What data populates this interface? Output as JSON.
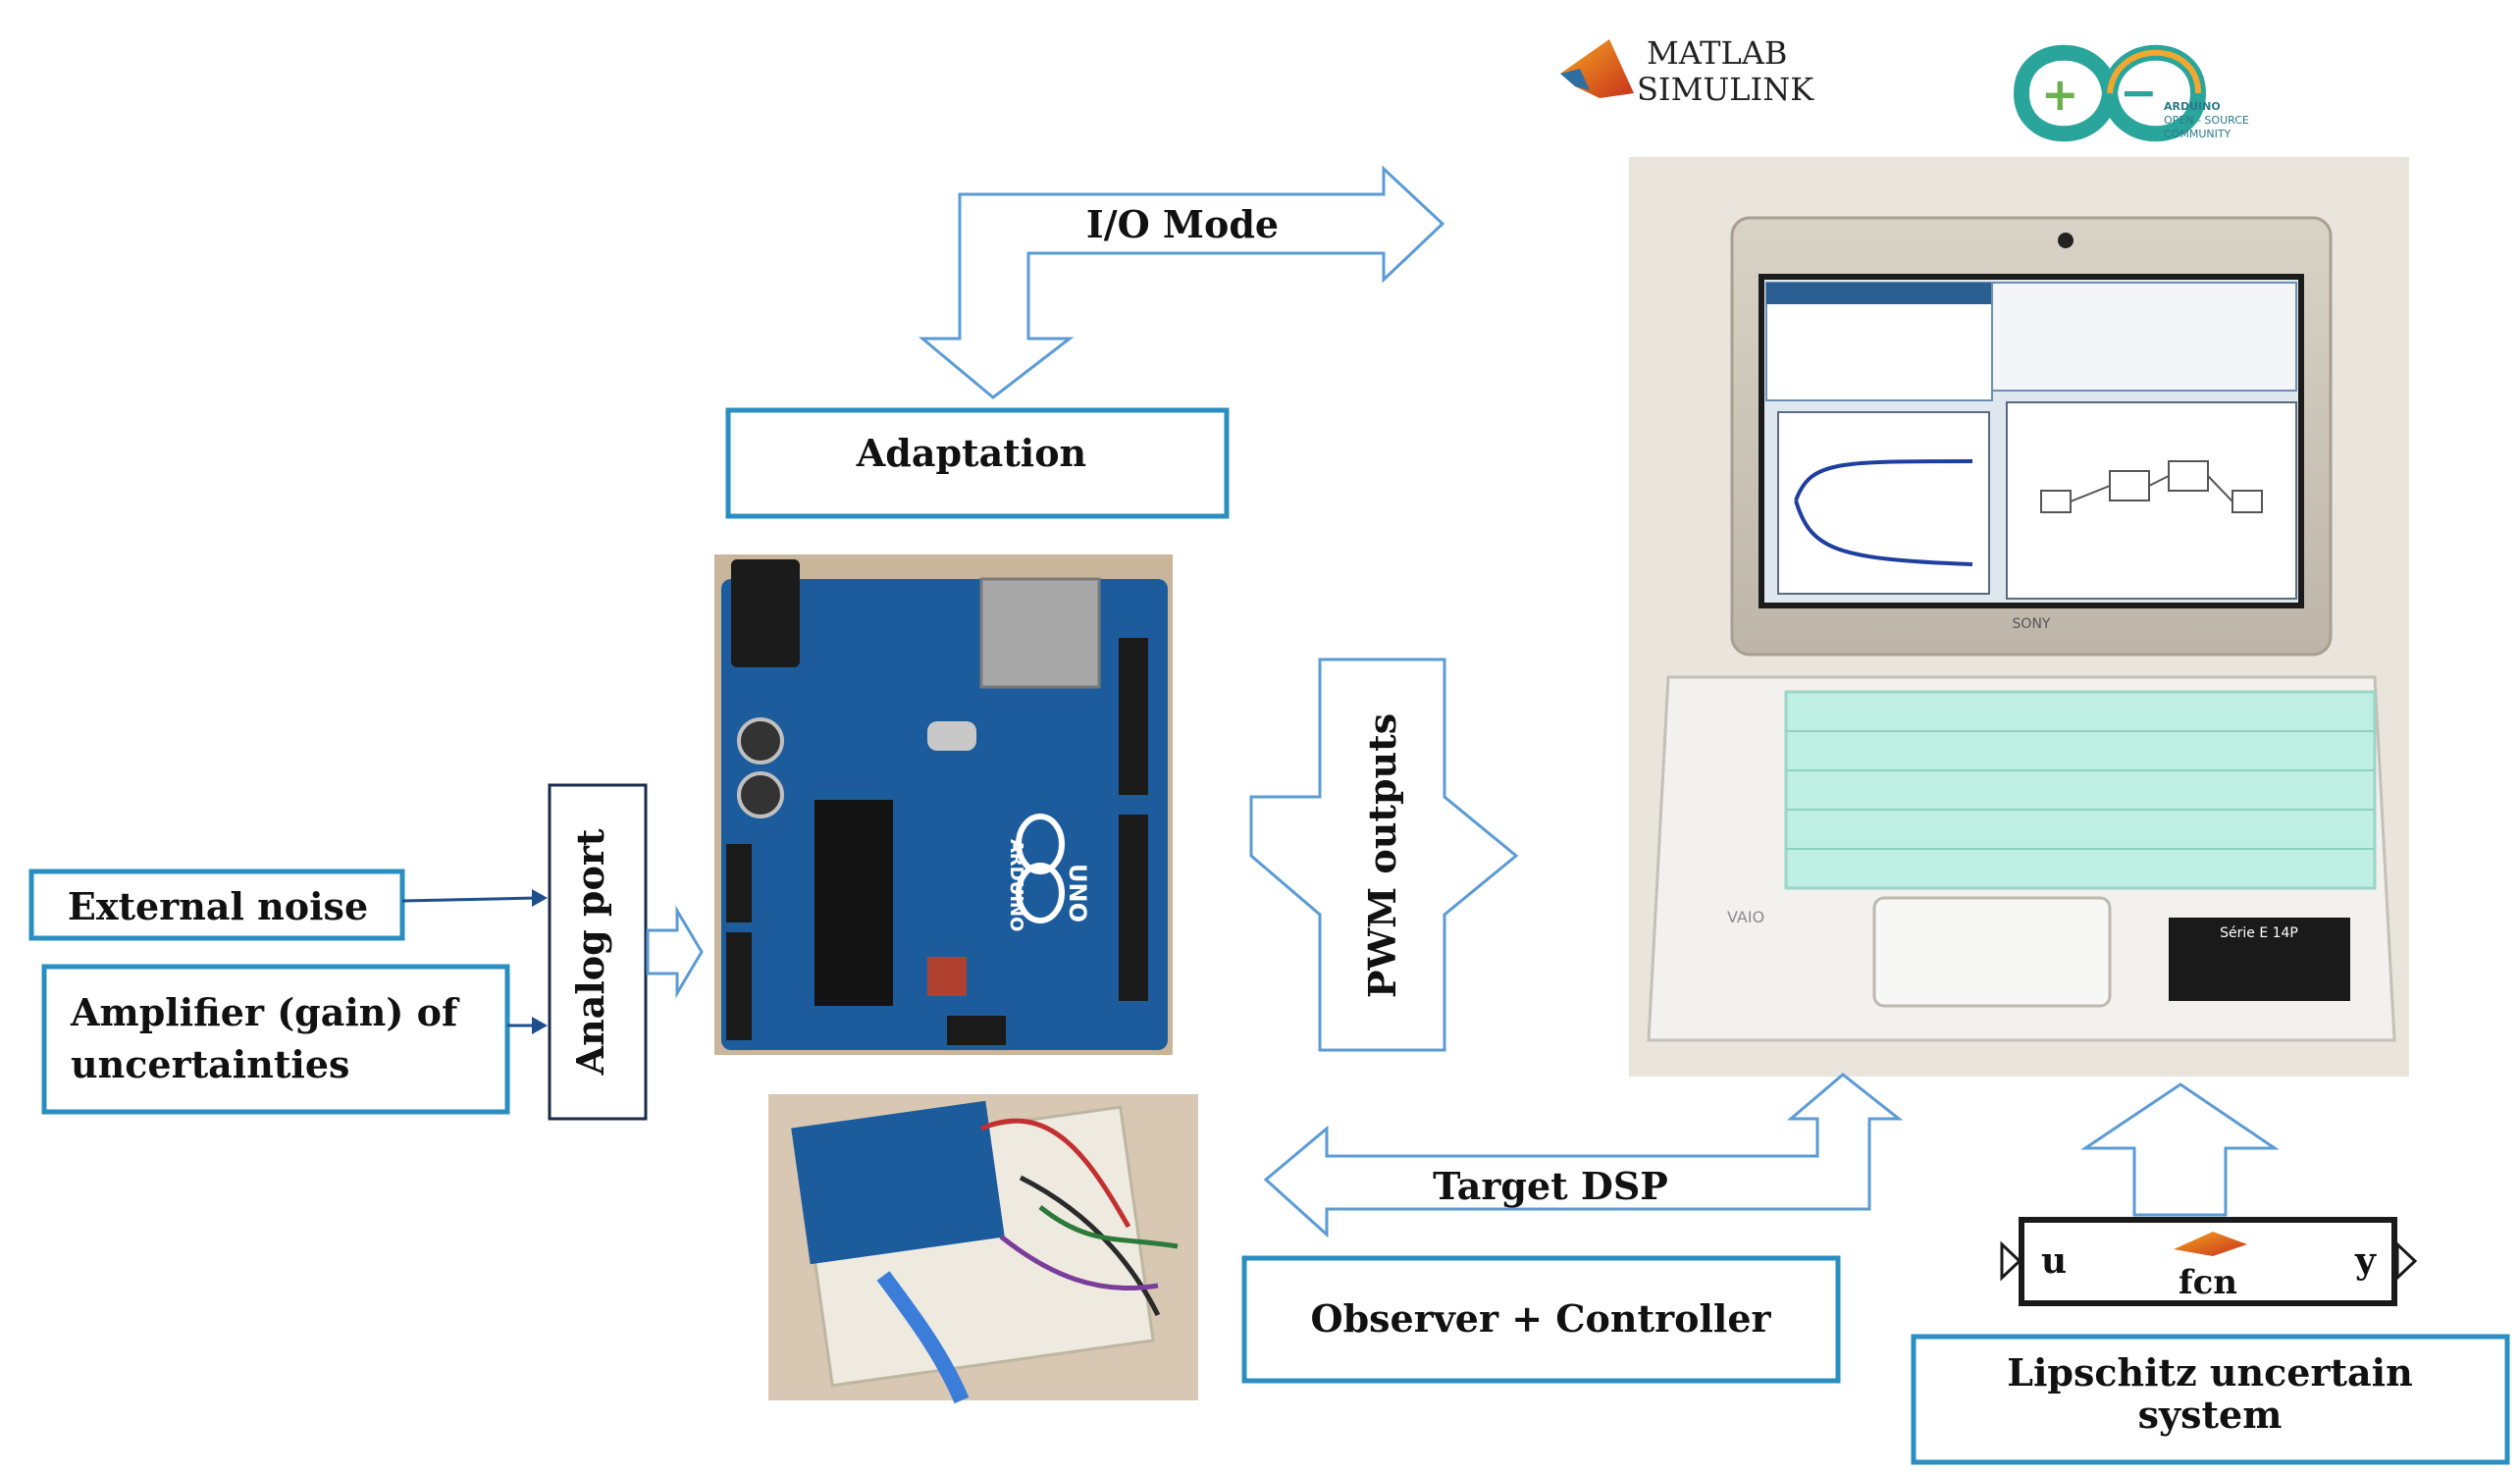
{
  "logos": {
    "matlab_line1": "MATLAB",
    "matlab_line2": "SIMULINK",
    "arduino_line1": "ARDUINO",
    "arduino_line2": "OPEN - SOURCE",
    "arduino_line3": "COMMUNITY"
  },
  "labels": {
    "io_mode": "I/O Mode",
    "adaptation": "Adaptation",
    "pwm_outputs": "PWM outputs",
    "analog_port": "Analog port",
    "external_noise": "External noise",
    "amplifier_line1": "Amplifier (gain) of",
    "amplifier_line2": "uncertainties",
    "target_dsp": "Target DSP",
    "observer_controller": "Observer + Controller",
    "lipschitz_line1": "Lipschitz uncertain",
    "lipschitz_line2": "system"
  },
  "fcn_block": {
    "input": "u",
    "output": "y",
    "name": "fcn"
  },
  "board": {
    "brand": "ARDUINO",
    "model": "UNO"
  },
  "laptop": {
    "brand": "SONY",
    "series": "VAIO",
    "badge": "Série E 14P"
  },
  "colors": {
    "box_border": "#2a8fc0",
    "arrow_stroke": "#5b9bd5",
    "black_border": "#1a2a4a"
  }
}
